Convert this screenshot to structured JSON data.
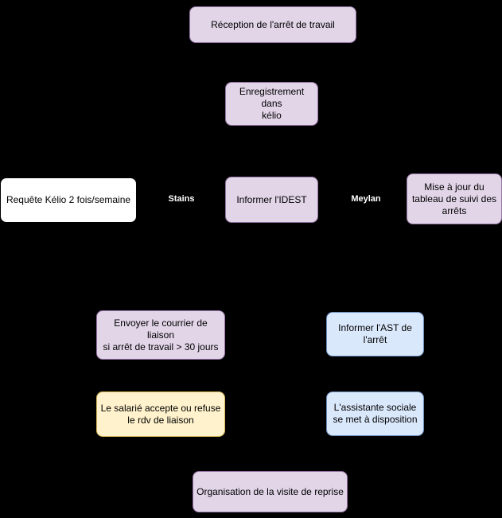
{
  "diagram": {
    "background": "#000000",
    "nodes": {
      "reception": {
        "label": "Réception de l'arrêt de travail"
      },
      "enregistrement": {
        "label": "Enregistrement dans\nkélio"
      },
      "requete": {
        "label": "Requête Kélio 2 fois/semaine"
      },
      "informer_idest": {
        "label": "Informer l'IDEST"
      },
      "mise_a_jour": {
        "label": "Mise à jour du\ntableau de suivi des\narrêts"
      },
      "envoyer_courrier": {
        "label": "Envoyer le courrier de liaison\nsi arrêt de travail > 30 jours"
      },
      "informer_ast": {
        "label": "Informer l'AST de\nl'arrêt"
      },
      "salarie_rdv": {
        "label": "Le salarié accepte ou refuse\nle rdv de liaison"
      },
      "assistante": {
        "label": "L'assistante sociale\nse met à disposition"
      },
      "organisation": {
        "label": "Organisation de la visite de reprise"
      }
    },
    "edge_labels": {
      "stains": "Stains",
      "meylan": "Meylan"
    },
    "colors": {
      "purple_fill": "#e1d5e7",
      "purple_border": "#9673a6",
      "blue_fill": "#dae8fc",
      "blue_border": "#6c8ebf",
      "yellow_fill": "#fff2cc",
      "yellow_border": "#d6b656",
      "white_fill": "#ffffff",
      "node_text": "#000000",
      "edge_label_text": "#ffffff"
    }
  }
}
